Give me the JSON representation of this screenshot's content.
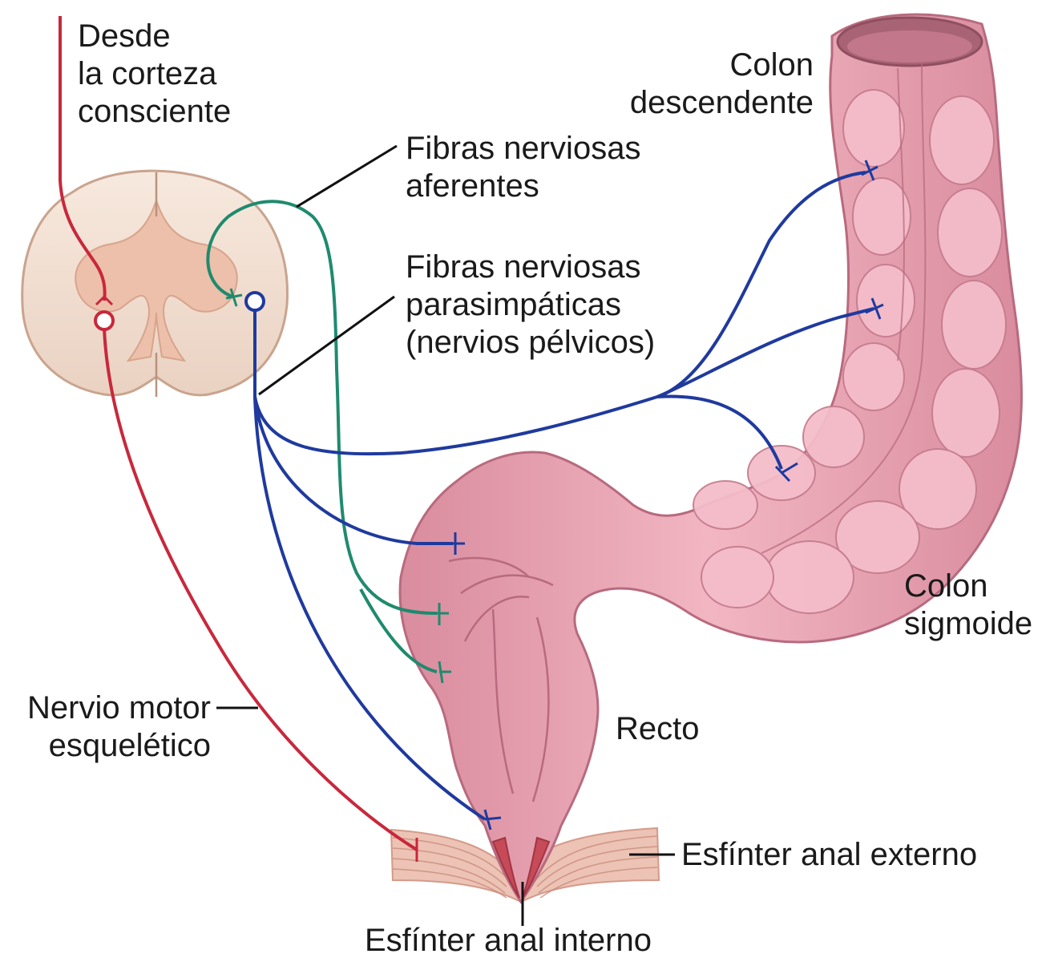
{
  "labels": {
    "from_cortex": [
      "Desde",
      "la corteza",
      "consciente"
    ],
    "colon_descending": [
      "Colon",
      "descendente"
    ],
    "afferent_fibers": [
      "Fibras nerviosas",
      "aferentes"
    ],
    "parasympathetic_fibers": [
      "Fibras nerviosas",
      "parasimpáticas",
      "(nervios pélvicos)"
    ],
    "colon_sigmoid": [
      "Colon",
      "sigmoide"
    ],
    "skeletal_motor_nerve": [
      "Nervio motor",
      "esquelético"
    ],
    "rectum": "Recto",
    "external_sphincter": "Esfínter anal externo",
    "internal_sphincter": "Esfínter anal interno"
  },
  "colors": {
    "motor_nerve": "#c8283c",
    "afferent_nerve": "#1f8a6e",
    "parasympathetic_nerve": "#1f3a9e",
    "colon_fill": "#e8a2b0",
    "colon_shade": "#c97a8d",
    "spinal_cord_fill": "#f5e3d6",
    "gray_matter": "#ecc2ad",
    "sphincter_muscle": "#e9b7a8",
    "leader_line": "#111111"
  }
}
